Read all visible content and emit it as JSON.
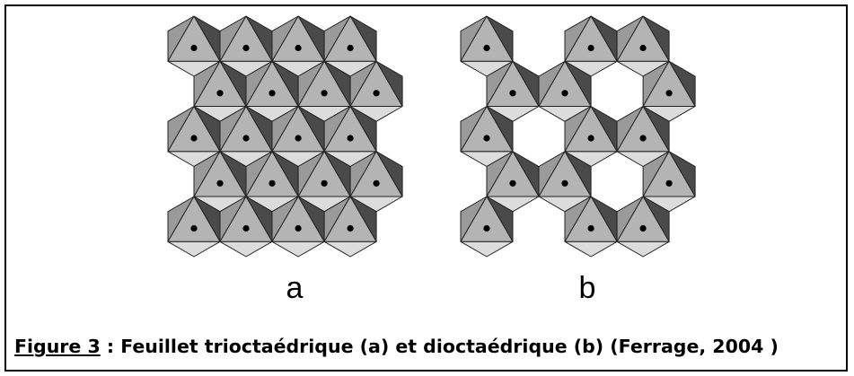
{
  "figure": {
    "panel_a_label": "a",
    "panel_b_label": "b",
    "caption_number": "Figure 3",
    "caption_text": " : Feuillet trioctaédrique (a) et dioctaédrique (b) (Ferrage, 2004 )"
  },
  "colors": {
    "face_left": "#9a9a9a",
    "face_right": "#4a4a4a",
    "face_bottom": "#dcdcdc",
    "face_center": "#b4b4b4",
    "cation": "#000000"
  }
}
